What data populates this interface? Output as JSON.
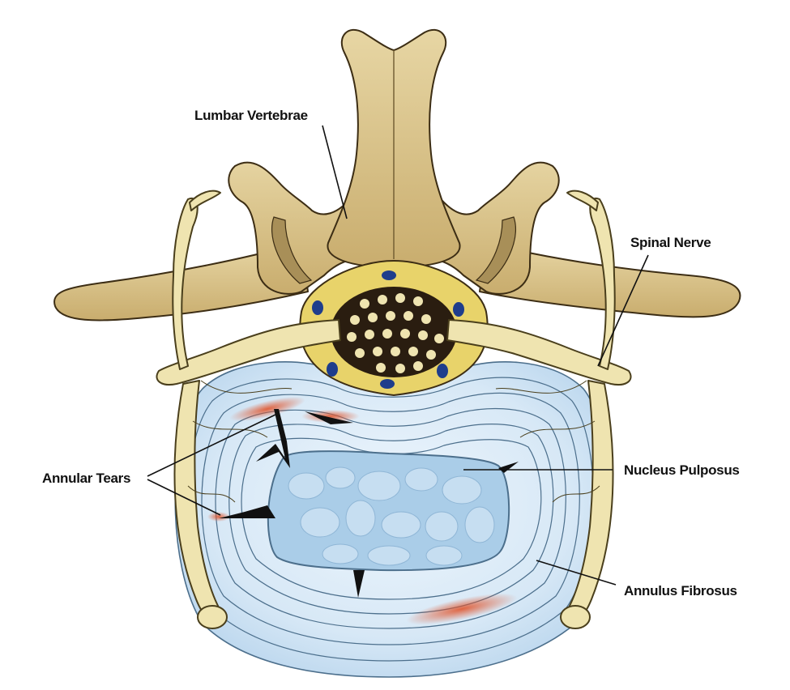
{
  "labels": {
    "lumbar_vertebrae": "Lumbar Vertebrae",
    "spinal_nerve": "Spinal Nerve",
    "annular_tears": "Annular Tears",
    "nucleus_pulposus": "Nucleus Pulposus",
    "annulus_fibrosus": "Annulus Fibrosus"
  },
  "colors": {
    "bone": "#d6c08a",
    "bone_shadow": "#a88f58",
    "nerve": "#efe4b0",
    "disc": "#d7e8f6",
    "nucleus": "#aacde8",
    "canal": "#2a1d10",
    "dura": "#e8d36a",
    "vessel": "#1e3d8c",
    "tear": "#e0562e"
  }
}
